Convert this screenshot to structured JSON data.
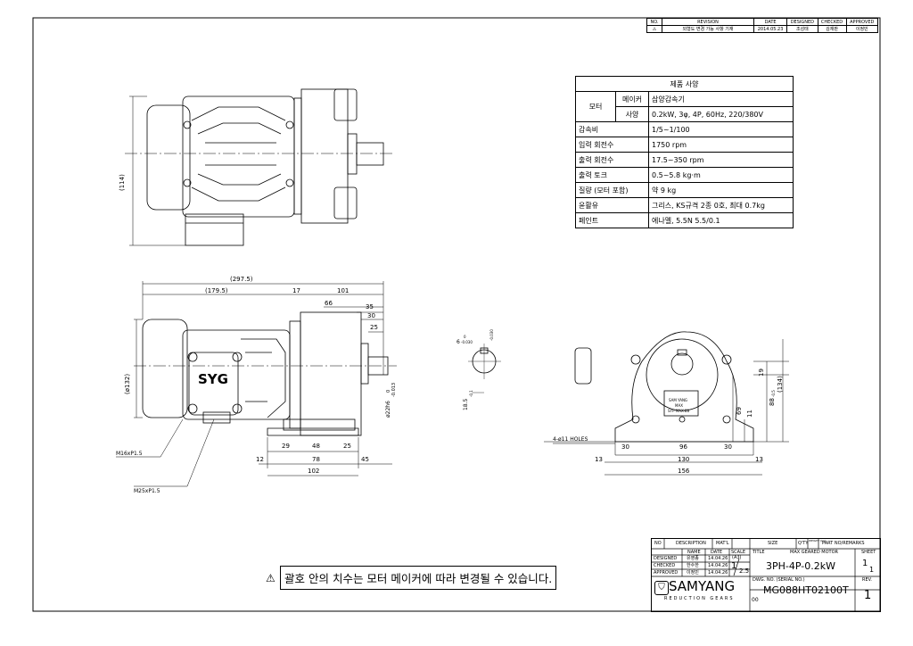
{
  "revision": {
    "headers": [
      "NO.",
      "REVISION",
      "DATE",
      "DESIGNED",
      "CHECKED",
      "APPROVED"
    ],
    "row": [
      "⚠",
      "외형도 변경 가능 사항 기재",
      "2014.05.23",
      "조성태",
      "김재판",
      "이정민"
    ]
  },
  "spec": {
    "title": "제품 사양",
    "motor_label": "모터",
    "maker_label": "메이커",
    "maker_value": "삼양감속기",
    "spec_label": "사양",
    "spec_value": "0.2kW, 3φ, 4P, 60Hz, 220/380V",
    "rows": [
      {
        "label": "감속비",
        "value": "1/5~1/100"
      },
      {
        "label": "입력 회전수",
        "value": "1750 rpm"
      },
      {
        "label": "출력 회전수",
        "value": "17.5~350 rpm"
      },
      {
        "label": "출력 토크",
        "value": "0.5~5.8 kg·m"
      },
      {
        "label": "질량 (모터 포함)",
        "value": "약 9 kg"
      },
      {
        "label": "윤활유",
        "value": "그리스, KS규격 2종 0호, 최대 0.7kg"
      },
      {
        "label": "페인트",
        "value": "에나멜, 5.5N 5.5/0.1"
      }
    ]
  },
  "dims": {
    "top_height": "(114)",
    "overall_length": "(297.5)",
    "motor_length": "(179.5)",
    "d17": "17",
    "d101": "101",
    "d66": "66",
    "d35": "35",
    "d30": "30",
    "d25": "25",
    "motor_dia": "(ø132)",
    "shaft_dia": "ø22h6",
    "shaft_tol": "-0.013",
    "shaft_tol0": "0",
    "d29": "29",
    "d48": "48",
    "d25b": "25",
    "d12": "12",
    "d78": "78",
    "d45": "45",
    "d102": "102",
    "m16": "M16xP1.5",
    "m25": "M25xP1.5",
    "key_width": "6",
    "key_tol_a": "-0.030",
    "key_tol_b": "0",
    "key_tol_c": "-0.030",
    "key_depth": "18.5",
    "key_depth_tol": "-0.1",
    "holes": "4-ø11 HOLES",
    "d30a": "30",
    "d96": "96",
    "d30b": "30",
    "d13a": "13",
    "d130": "130",
    "d13b": "13",
    "d156": "156",
    "d19": "19",
    "d88": "88",
    "d88_tol": "-0.5",
    "d134": "(134)",
    "d69": "69",
    "d11": "11",
    "syg": "SYG",
    "plate_brand": "SAM YANG",
    "plate_max": "MAX",
    "plate_code": "SYP-MAX-88"
  },
  "note": "괄호 안의 치수는 모터 메이커에 따라 변경될 수 있습니다.",
  "title_block": {
    "no": "NO",
    "description": "DESCRIPTION",
    "matl": "MAT'L",
    "size": "SIZE",
    "qty": "Q'TY",
    "weight": "WEIGHT (kg)",
    "part_no": "PART NO/REMARKS",
    "name_h": "NAME",
    "date_h": "DATE",
    "scale_h": "SCALE",
    "scale_size": "(A3)",
    "title_h": "TITLE",
    "title_top": "MAX GEARED MOTOR",
    "sheet_h": "SHEET",
    "designed": "DESIGNED",
    "checked": "CHECKED",
    "approved": "APPROVED",
    "n1": "유영종",
    "n2": "한수한",
    "n3": "이정민",
    "d1": "14.04.26",
    "d2": "14.04.26",
    "d3": "14.04.26",
    "scale_num": "1",
    "scale_den": "2.5",
    "title": "3PH-4P-0.2kW",
    "sheet_num": "1",
    "sheet_den": "1",
    "company": "SAMYANG",
    "company_sub": "REDUCTION GEARS",
    "dwg_label": "DWG. NO. (SERIAL NO.)",
    "dwg_prefix": "00",
    "dwg_no": "MG088HT02100T",
    "rev_h": "REV.",
    "rev": "1"
  }
}
